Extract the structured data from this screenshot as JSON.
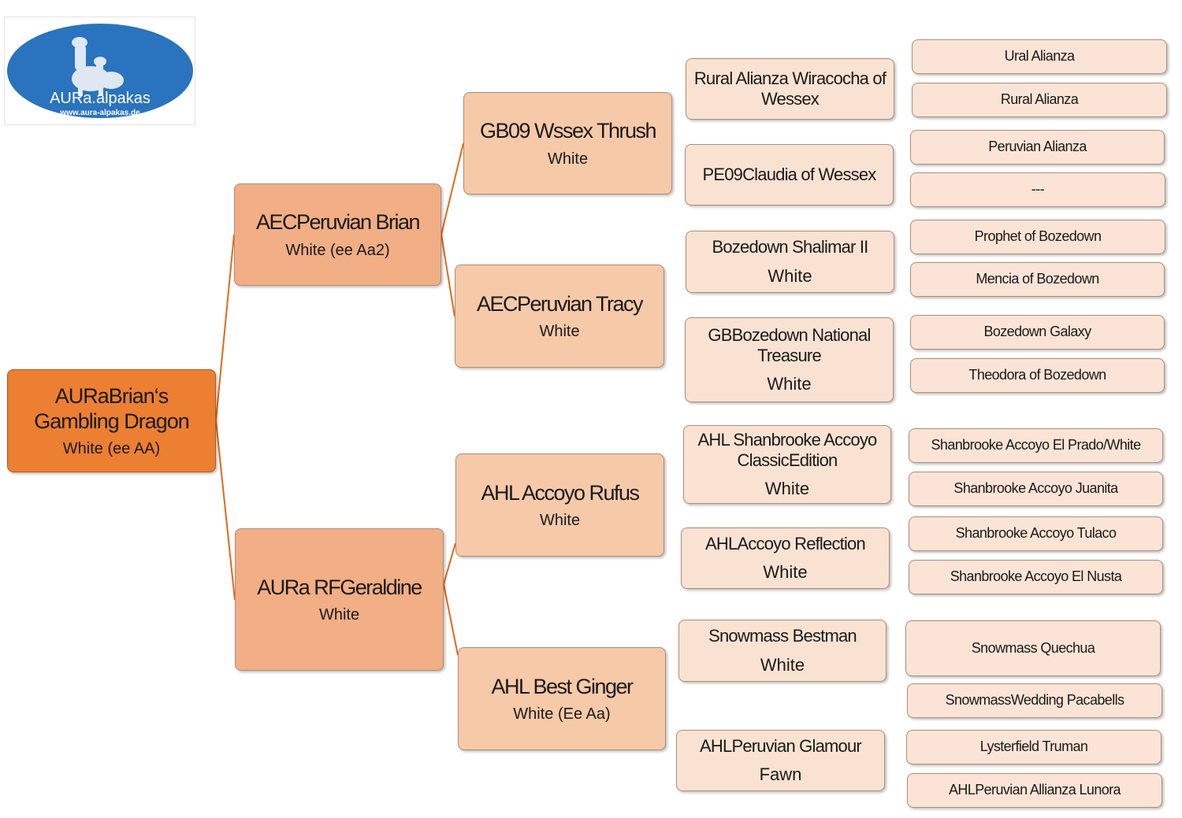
{
  "logo": {
    "title": "AURa.alpakas",
    "url": "www.aura-alpakas.de",
    "icon": "alpaca-icon"
  },
  "colors": {
    "line": "#e06a1a",
    "gen0": "#ec7f32",
    "gen1": "#f2ae84",
    "gen2": "#f6c9a8",
    "gen3": "#fae2d2",
    "gen4": "#fbe4d6"
  },
  "subject": {
    "name": "AURaBrian‘s Gambling Dragon",
    "color": "White  (ee AA)"
  },
  "parents": [
    {
      "name": "AECPeruvian  Brian",
      "color": "White  (ee Aa2)"
    },
    {
      "name": "AURa RFGeraldine",
      "color": "White"
    }
  ],
  "grandparents": [
    {
      "name": "GB09 Wssex Thrush",
      "color": "White"
    },
    {
      "name": "AECPeruvian  Tracy",
      "color": "White"
    },
    {
      "name": "AHL Accoyo Rufus",
      "color": "White"
    },
    {
      "name": "AHL Best Ginger",
      "color": "White  (Ee Aa)"
    }
  ],
  "great_grandparents": [
    {
      "name": "Rural Alianza Wiracocha of Wessex",
      "color": ""
    },
    {
      "name": "PE09Claudia of Wessex",
      "color": ""
    },
    {
      "name": "Bozedown Shalimar II",
      "color": "White"
    },
    {
      "name": "GBBozedown National Treasure",
      "color": "White"
    },
    {
      "name": "AHL Shanbrooke  Accoyo ClassicEdition",
      "color": "White"
    },
    {
      "name": "AHLAccoyo Reflection",
      "color": "White"
    },
    {
      "name": "Snowmass Bestman",
      "color": "White"
    },
    {
      "name": "AHLPeruvian  Glamour",
      "color": "Fawn"
    }
  ],
  "great_great_grandparents": [
    {
      "name": "Ural Alianza"
    },
    {
      "name": "Rural Alianza"
    },
    {
      "name": "Peruvian Alianza"
    },
    {
      "name": "---"
    },
    {
      "name": "Prophet of Bozedown"
    },
    {
      "name": "Mencia of Bozedown"
    },
    {
      "name": "Bozedown Galaxy"
    },
    {
      "name": "Theodora of Bozedown"
    },
    {
      "name": "Shanbrooke Accoyo El Prado/White"
    },
    {
      "name": "Shanbrooke Accoyo Juanita"
    },
    {
      "name": "Shanbrooke Accoyo Tulaco"
    },
    {
      "name": "Shanbrooke Accoyo El Nusta"
    },
    {
      "name": "Snowmass Quechua"
    },
    {
      "name": "SnowmassWedding  Pacabells"
    },
    {
      "name": "Lysterfield Truman"
    },
    {
      "name": "AHLPeruvian Allianza Lunora"
    }
  ]
}
